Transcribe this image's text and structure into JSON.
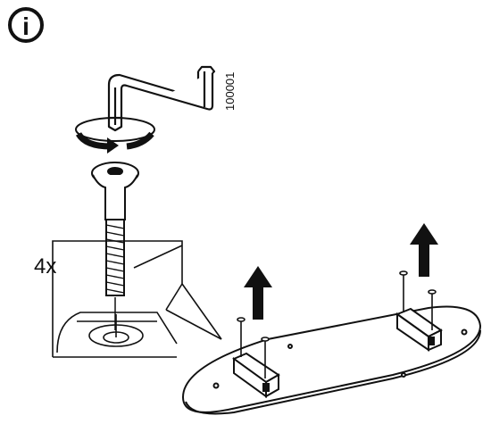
{
  "page": {
    "info_symbol": "i",
    "part_number": "100001",
    "quantity_label": "4x"
  },
  "icons": {
    "info": "info-circle-icon",
    "rotate": "rotate-arrow-icon",
    "lift": "up-arrow-icon"
  },
  "colors": {
    "line": "#111111",
    "fill": "#ffffff",
    "arrow": "#111111"
  }
}
